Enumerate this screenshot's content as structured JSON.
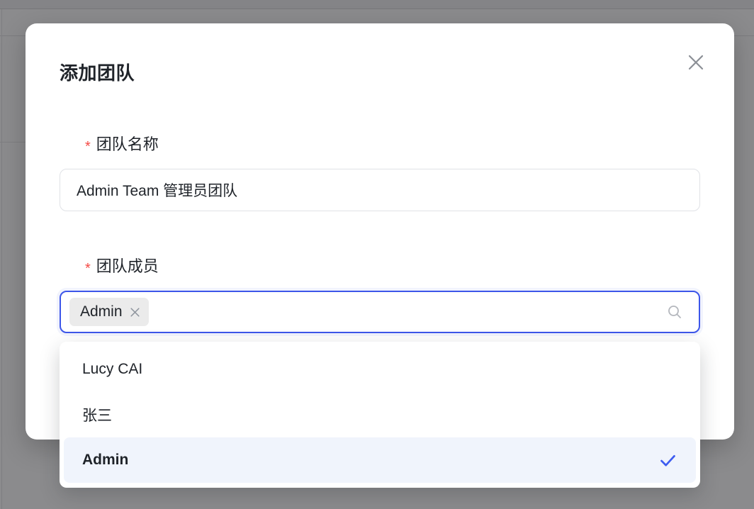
{
  "colors": {
    "accent": "#3d56e9",
    "check": "#3d5cf0",
    "danger": "#f54a45",
    "text": "#1f2329",
    "muted_icon": "#8f959e",
    "input_border": "#e0e2e6",
    "tag_bg": "#ebebeb",
    "selected_row_bg": "#f0f4fc",
    "overlay": "#8b8b8d"
  },
  "modal": {
    "title": "添加团队",
    "required_mark": "*",
    "team_name": {
      "label": "团队名称",
      "value": "Admin Team 管理员团队"
    },
    "team_members": {
      "label": "团队成员",
      "selected_tags": [
        {
          "label": "Admin"
        }
      ]
    }
  },
  "member_dropdown": {
    "options": [
      {
        "label": "Lucy CAI",
        "selected": false
      },
      {
        "label": "张三",
        "selected": false
      },
      {
        "label": "Admin",
        "selected": true
      }
    ]
  },
  "icons": {
    "modal_close": "close-icon",
    "tag_remove": "close-icon",
    "member_search": "search-icon",
    "selected_check": "check-icon"
  }
}
